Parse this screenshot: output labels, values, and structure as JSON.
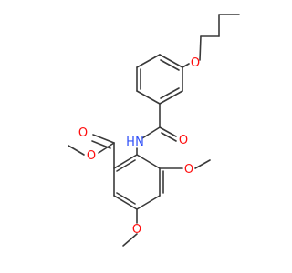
{
  "diagram": {
    "type": "skeletal-structure",
    "colors": {
      "bond": "#3a3a3a",
      "oxygen": "#ff0d0d",
      "nitrogen": "#3050f8",
      "background": "#ffffff"
    },
    "atoms": [
      {
        "id": "ester_o_dbl",
        "element": "O",
        "label": "O"
      },
      {
        "id": "ester_o_sgl",
        "element": "O",
        "label": "O"
      },
      {
        "id": "amide_n",
        "element": "N",
        "label": "N"
      },
      {
        "id": "amide_h",
        "element": "H",
        "label": "H"
      },
      {
        "id": "amide_o",
        "element": "O",
        "label": "O"
      },
      {
        "id": "allyl_o",
        "element": "O",
        "label": "O"
      },
      {
        "id": "ome4_o",
        "element": "O",
        "label": "O"
      },
      {
        "id": "ome5_o",
        "element": "O",
        "label": "O"
      }
    ]
  }
}
